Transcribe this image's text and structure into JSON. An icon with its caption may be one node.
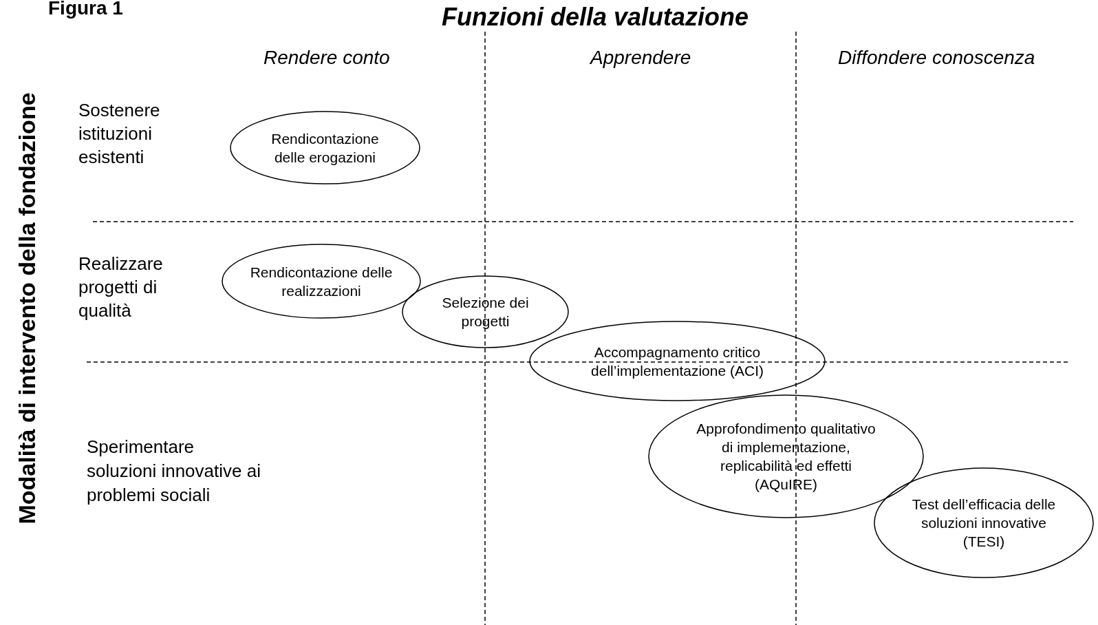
{
  "diagram": {
    "title": "Funzioni della valutazione",
    "nodes": [
      {
        "text": [
          "Rendicontazione delle erogazioni"
        ]
      },
      {
        "text": [
          "Rendicontazione delle realizzazioni"
        ]
      },
      {
        "text": [
          "Selezione dei progetti"
        ]
      },
      {
        "text": [
          "Accompagnamento critico dell’implementazione (ACI)"
        ]
      },
      {
        "text": [
          "Approfondimento qualitativo di implementazione, replicabilità ed effetti (AQuIRE)"
        ]
      },
      {
        "text": [
          "Test dell’efficacia delle soluzioni innovative (TESI)"
        ]
      }
    ],
    "edges": [],
    "labels": [
      "Figura 1",
      "Rendere conto",
      "Apprendere",
      "Diffondere conoscenza",
      "Modalità di intervento della fondazione",
      "Sostenere istituzioni esistenti",
      "Realizzare progetti di qualità",
      "Sperimentare soluzioni innovative ai problemi sociali"
    ]
  }
}
